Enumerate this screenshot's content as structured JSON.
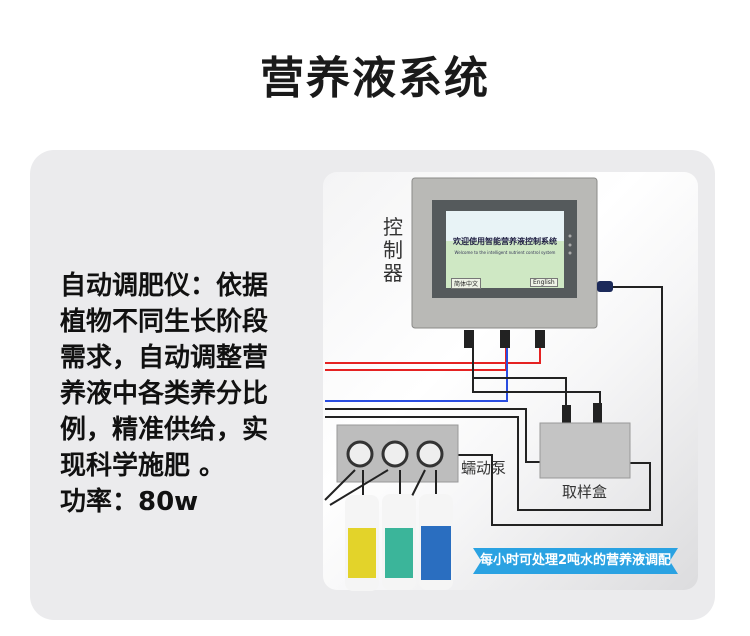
{
  "title": "营养液系统",
  "description": {
    "lines": [
      "自动调肥仪：依据",
      "植物不同生长阶段",
      "需求，自动调整营",
      "养液中各类养分比",
      "例，精准供给，实",
      "现科学施肥 。",
      "功率：80w"
    ]
  },
  "illustration": {
    "controller_label": "控制器",
    "pump_label": "蠕动泵",
    "sampling_box_label": "取样盒",
    "screen": {
      "title": "欢迎使用智能营养液控制系统",
      "subtitle": "Welcome to the intelligent nutrient control system",
      "btn_chinese": "简体中文",
      "btn_english": "English"
    },
    "banner": "每小时可处理2吨水的营养液调配",
    "colors": {
      "banner": "#2aa2e2",
      "red_line": "#e52222",
      "blue_line": "#2a4de0"
    }
  }
}
